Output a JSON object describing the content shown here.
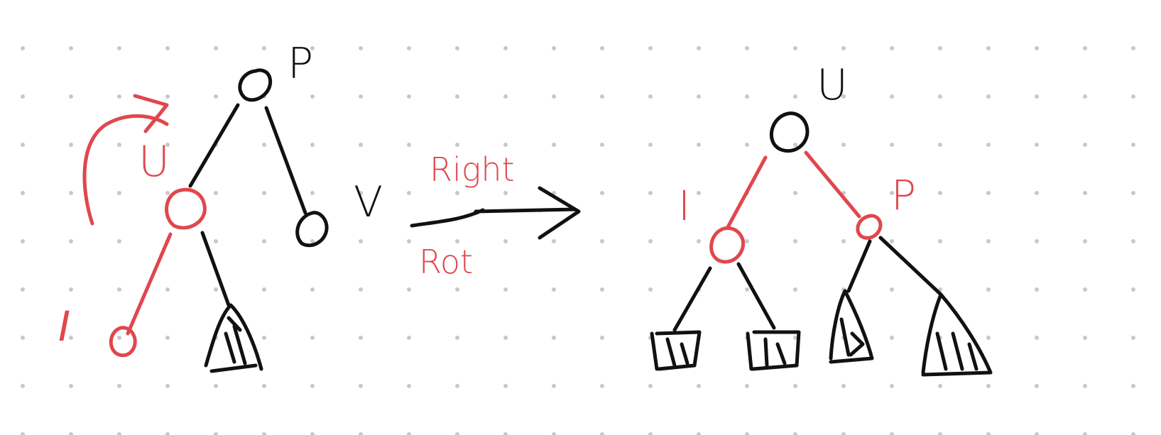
{
  "colors": {
    "ink": "#111111",
    "highlight": "#e0474c",
    "grid_dot": "#c8c8c8"
  },
  "left_tree": {
    "root_label": "P",
    "left_child_label": "U",
    "right_child_label": "V",
    "grandchild_label": "I"
  },
  "operation": {
    "line1": "Right",
    "line2": "Rot"
  },
  "right_tree": {
    "root_label": "U",
    "left_child_label": "I",
    "right_child_label": "P"
  }
}
